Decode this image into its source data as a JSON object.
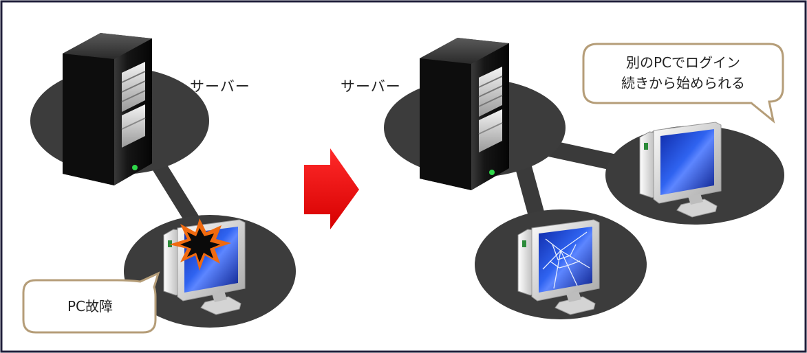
{
  "colors": {
    "frame": "#1e1d3a",
    "ellipse": "#3c3c3c",
    "link": "#3a3a3a",
    "arrow": "#ee1111",
    "callout_border": "#b59d78",
    "burst": "#f06a0f",
    "screen_blue": "#1a3fc8"
  },
  "icons": {
    "server": "server-tower-icon",
    "pc": "desktop-pc-icon",
    "arrow": "right-arrow-icon",
    "burst": "explosion-burst-icon"
  },
  "before": {
    "server_label": "サーバー",
    "callout": "PC故障"
  },
  "after": {
    "server_label": "サーバー",
    "callout_line1": "別のPCでログイン",
    "callout_line2": "続きから始められる"
  }
}
